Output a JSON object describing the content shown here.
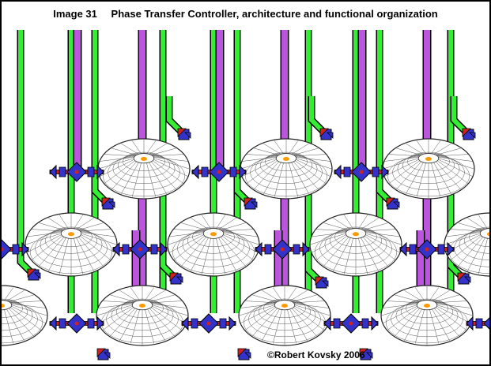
{
  "figure": {
    "number": "Image 31",
    "title": "Phase Transfer Controller, architecture and functional organization",
    "copyright": "©Robert Kovsky 2006"
  },
  "colors": {
    "background": "#ffffff",
    "border": "#000000",
    "line_green": "#33ee33",
    "line_purple": "#bb55dd",
    "line_outline": "#000000",
    "node_blue": "#3333cc",
    "node_red": "#cc2222",
    "torus_fill": "#ffffff",
    "torus_mesh": "#555555",
    "torus_center": "#ff9900"
  },
  "legend": {
    "corner_icon": "corner-connector-icon",
    "torus": "toroid-element",
    "node": "phase-controller-node"
  }
}
